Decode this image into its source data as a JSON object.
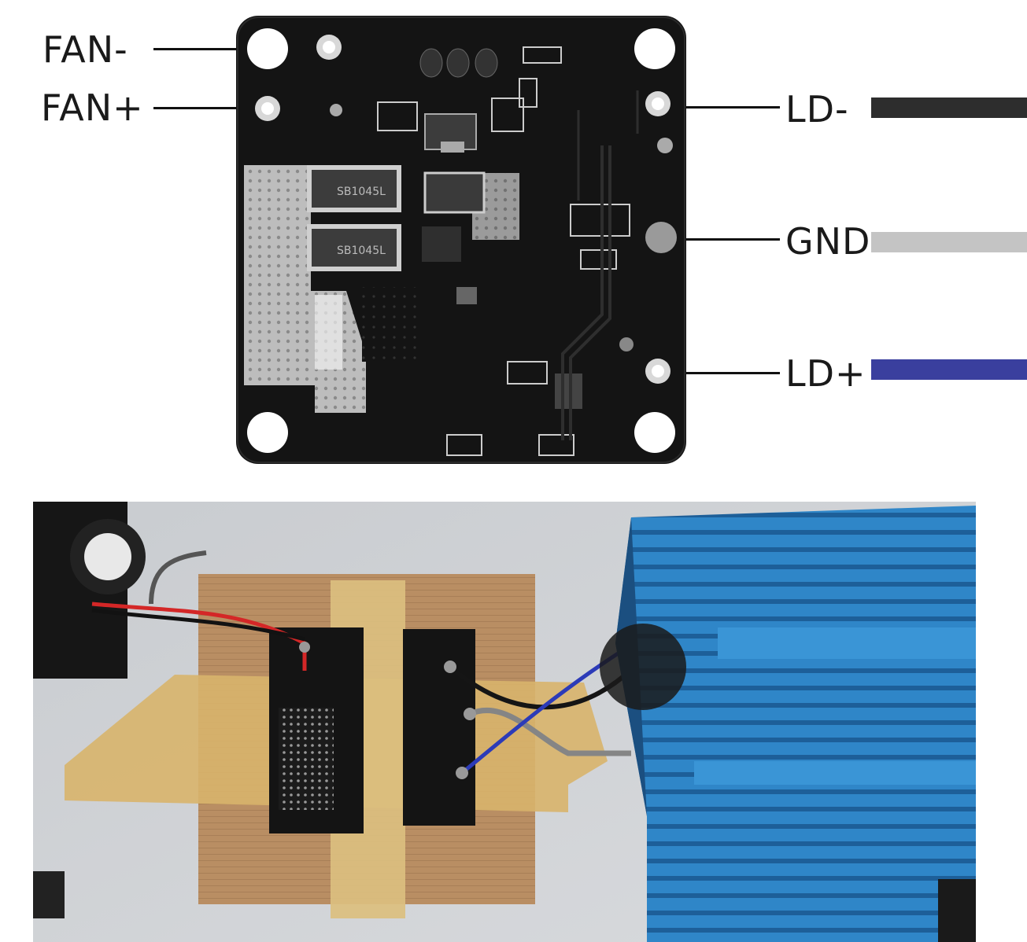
{
  "labels": {
    "fan_minus": "FAN-",
    "fan_plus": "FAN+",
    "ld_minus": "LD-",
    "gnd": "GND",
    "ld_plus": "LD+"
  },
  "chip_marks": [
    "SB1045L",
    "SB1045L"
  ],
  "colors": {
    "ld_minus_wire": "#2d2d2d",
    "gnd_wire": "#c4c4c4",
    "ld_plus_wire": "#3a3f9e",
    "pcb": "#141414",
    "heatsink": "#2f86c8"
  }
}
